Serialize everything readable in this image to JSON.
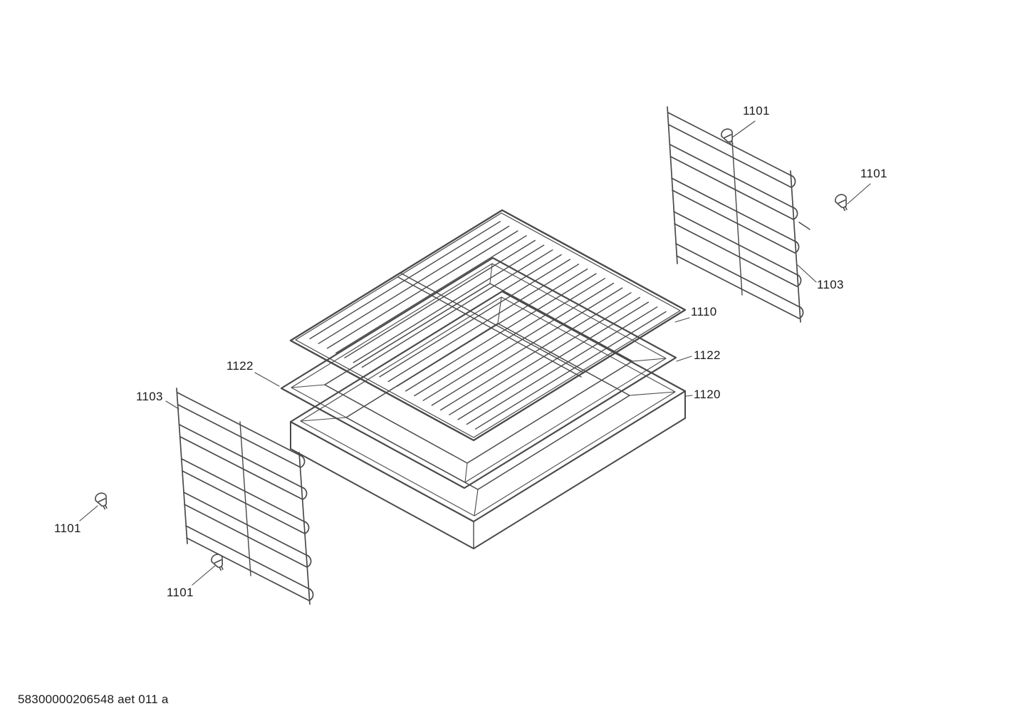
{
  "background": "#ffffff",
  "line_color": "#4a4a4a",
  "text_color": "#1a1a1a",
  "footer_code": "58300000206548 aet 011 a",
  "callouts": [
    {
      "text": "1101"
    },
    {
      "text": "1101"
    },
    {
      "text": "1103"
    },
    {
      "text": "1110"
    },
    {
      "text": "1122"
    },
    {
      "text": "1120"
    },
    {
      "text": "1122"
    },
    {
      "text": "1103"
    },
    {
      "text": "1101"
    },
    {
      "text": "1101"
    }
  ]
}
